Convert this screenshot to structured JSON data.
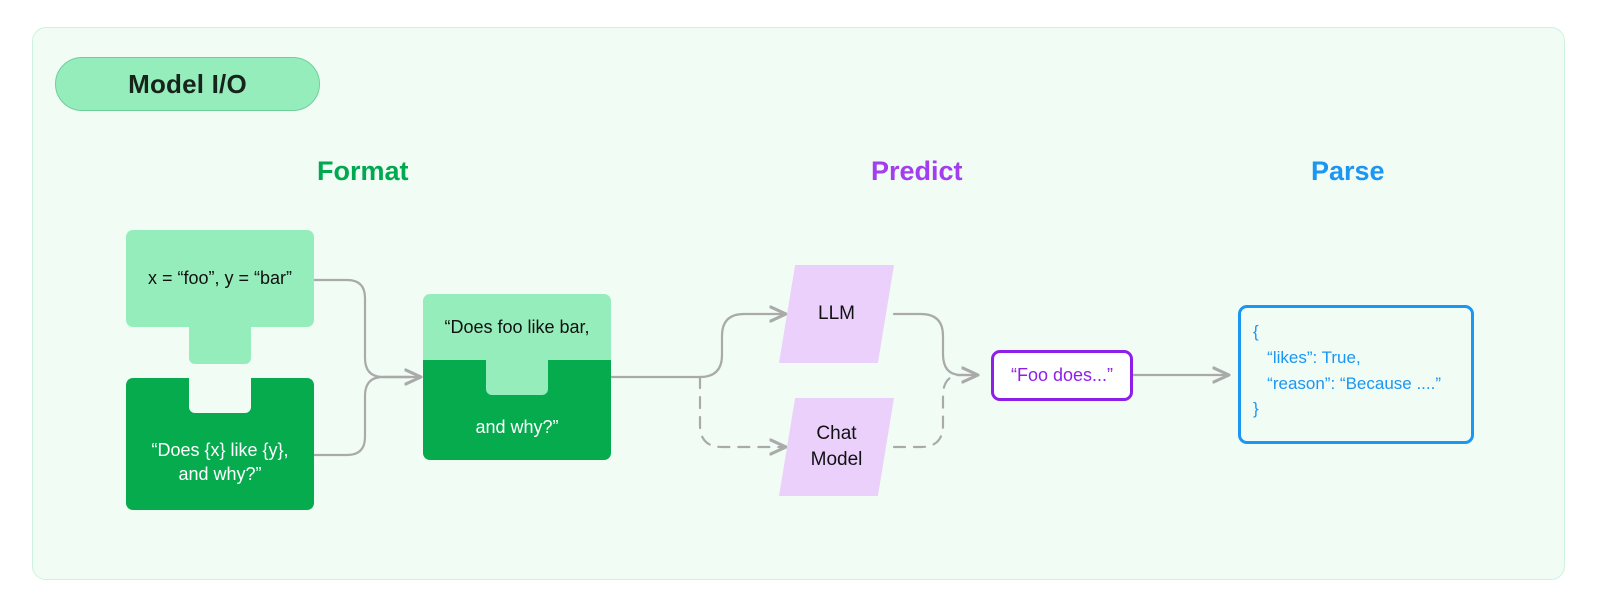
{
  "diagram": {
    "title": "Model I/O",
    "columns": [
      {
        "key": "format",
        "label": "Format",
        "color": "#00A94F"
      },
      {
        "key": "predict",
        "label": "Predict",
        "color": "#A23DF0"
      },
      {
        "key": "parse",
        "label": "Parse",
        "color": "#1B96F3"
      }
    ],
    "nodes": {
      "variables": {
        "text": "x = “foo”, y = “bar”",
        "shape": "puzzle-piece-tab",
        "color": "#96EDBC"
      },
      "prompt_template": {
        "line1": "“Does {x} like {y},",
        "line2": "and why?”",
        "shape": "puzzle-piece-notch",
        "color": "#06AB4E"
      },
      "formatted_prompt": {
        "top_text": "“Does foo like bar,",
        "bottom_text": "and why?”",
        "shape": "puzzle-piece-merged"
      },
      "llm": {
        "label": "LLM",
        "shape": "parallelogram",
        "color": "#EBD0FB"
      },
      "chat_model": {
        "line1": "Chat",
        "line2": "Model",
        "shape": "parallelogram",
        "color": "#EBD0FB"
      },
      "raw_output": {
        "text": "“Foo does...”",
        "shape": "rounded-rect",
        "color": "#8E1FE8"
      },
      "parsed_output": {
        "lines": [
          "{",
          "   “likes”: True,",
          "   “reason”: “Because ....”",
          "}"
        ],
        "shape": "rounded-rect",
        "color": "#1B96F3"
      }
    },
    "connectors": {
      "stroke": "#AAAAAA",
      "edges": [
        {
          "from": "variables",
          "to": "formatted_prompt",
          "style": "solid"
        },
        {
          "from": "prompt_template",
          "to": "formatted_prompt",
          "style": "solid"
        },
        {
          "from": "formatted_prompt",
          "to": "llm",
          "style": "solid"
        },
        {
          "from": "formatted_prompt",
          "to": "chat_model",
          "style": "dashed"
        },
        {
          "from": "llm",
          "to": "raw_output",
          "style": "solid"
        },
        {
          "from": "chat_model",
          "to": "raw_output",
          "style": "dashed"
        },
        {
          "from": "raw_output",
          "to": "parsed_output",
          "style": "solid"
        }
      ]
    }
  }
}
